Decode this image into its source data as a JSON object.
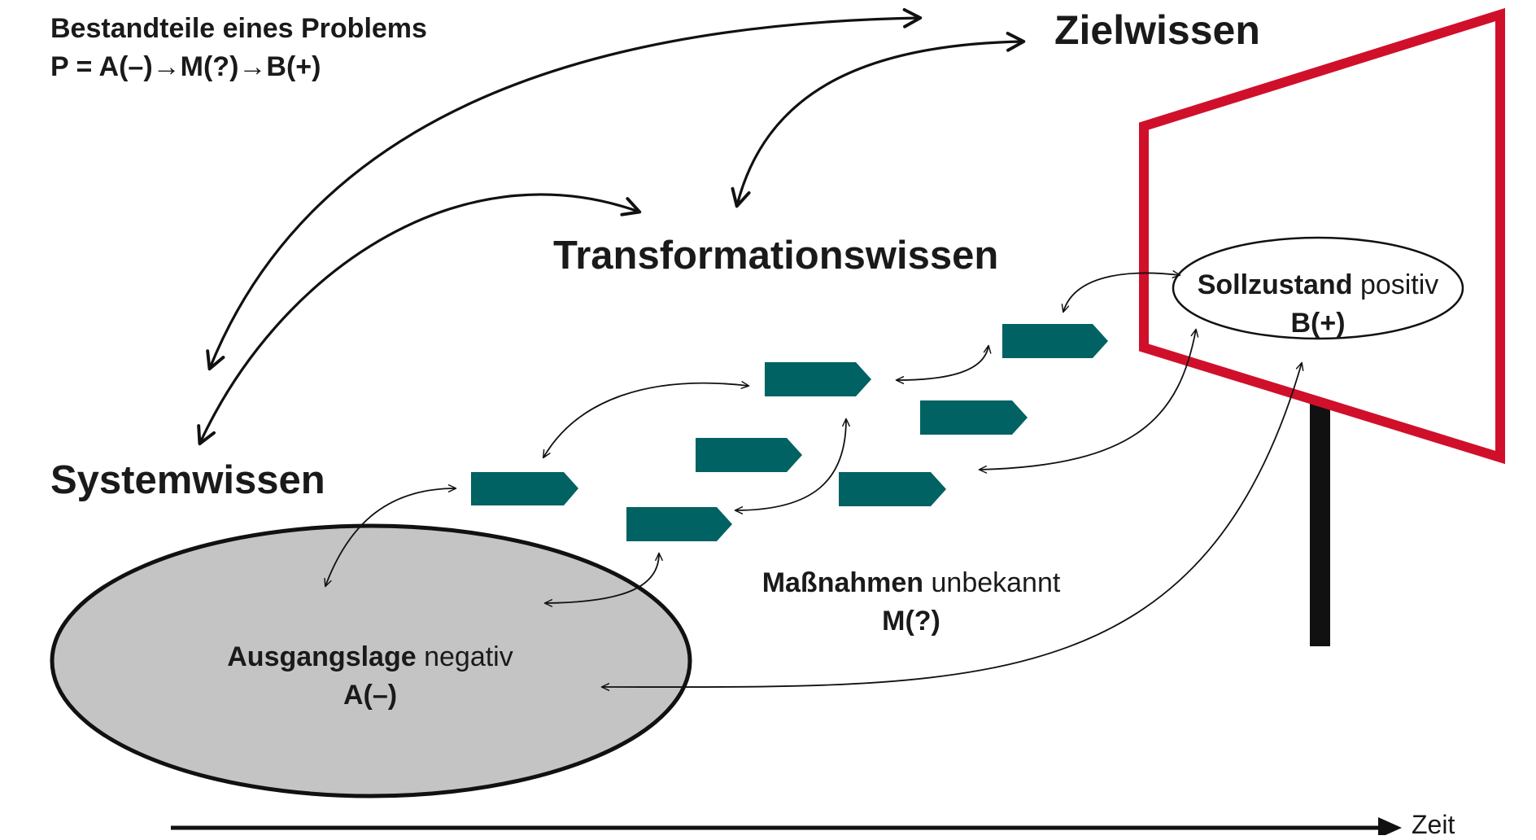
{
  "header": {
    "title": "Bestandteile eines Problems",
    "formula": "P = A(–)→M(?)→B(+)"
  },
  "knowledge": {
    "goal": "Zielwissen",
    "transformation": "Transformationswissen",
    "system": "Systemwissen"
  },
  "start_state": {
    "name": "Ausgangslage",
    "quality": "negativ",
    "symbol": "A(–)"
  },
  "target_state": {
    "name": "Sollzustand",
    "quality": "positiv",
    "symbol": "B(+)"
  },
  "measures": {
    "name": "Maßnahmen",
    "quality": "unbekannt",
    "symbol": "M(?)"
  },
  "timeline": {
    "label": "Zeit"
  },
  "colors": {
    "board_frame": "#d0102b",
    "arrow_fill": "#006262",
    "ellipse_fill": "#c4c4c4",
    "line": "#111111"
  }
}
